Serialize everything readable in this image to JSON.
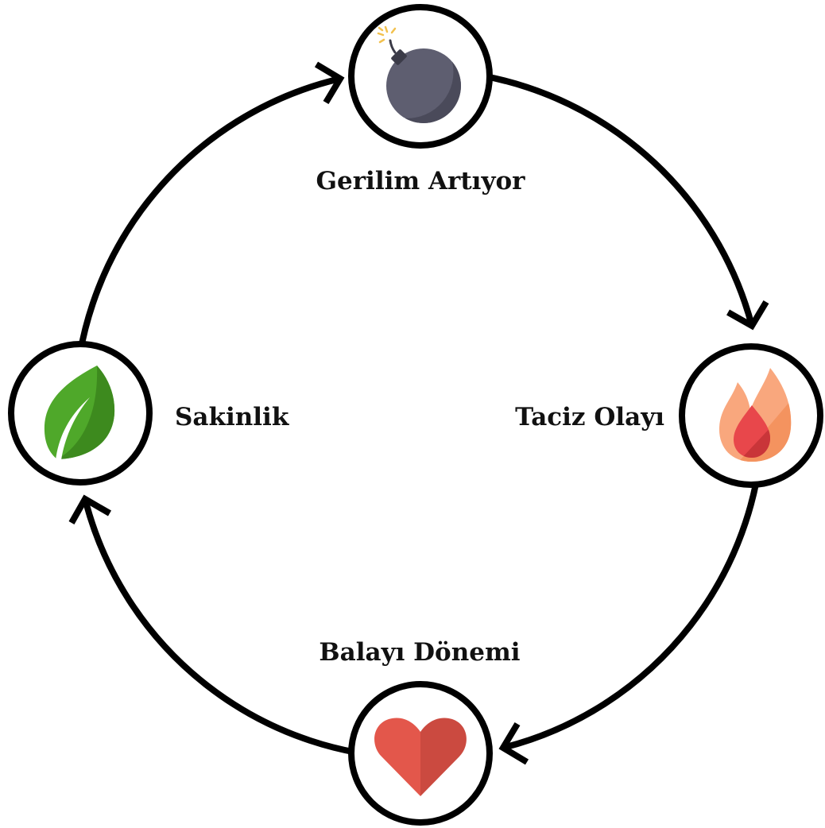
{
  "diagram": {
    "nodes": [
      {
        "label": "Gerilim Artıyor",
        "icon": "bomb-icon"
      },
      {
        "label": "Taciz Olayı",
        "icon": "fire-icon"
      },
      {
        "label": "Balayı Dönemi",
        "icon": "heart-icon"
      },
      {
        "label": "Sakinlik",
        "icon": "leaf-icon"
      }
    ],
    "edges": [
      {
        "from": 0,
        "to": 1
      },
      {
        "from": 1,
        "to": 2
      },
      {
        "from": 2,
        "to": 3
      },
      {
        "from": 3,
        "to": 0
      }
    ]
  },
  "colors": {
    "line": "#000000",
    "bomb_body": "#5e5e70",
    "bomb_shade": "#4a4a5a",
    "bomb_cap": "#3b3b48",
    "bomb_spark": "#f2c14e",
    "leaf_light": "#4fa82a",
    "leaf_dark": "#3d8a1e",
    "leaf_vein": "#ffffff",
    "fire_outer": "#f9a77d",
    "fire_outer_dark": "#f4935f",
    "fire_inner": "#e8474b",
    "fire_inner_dark": "#c93539",
    "heart_left": "#e3574b",
    "heart_right": "#cb4a40"
  }
}
